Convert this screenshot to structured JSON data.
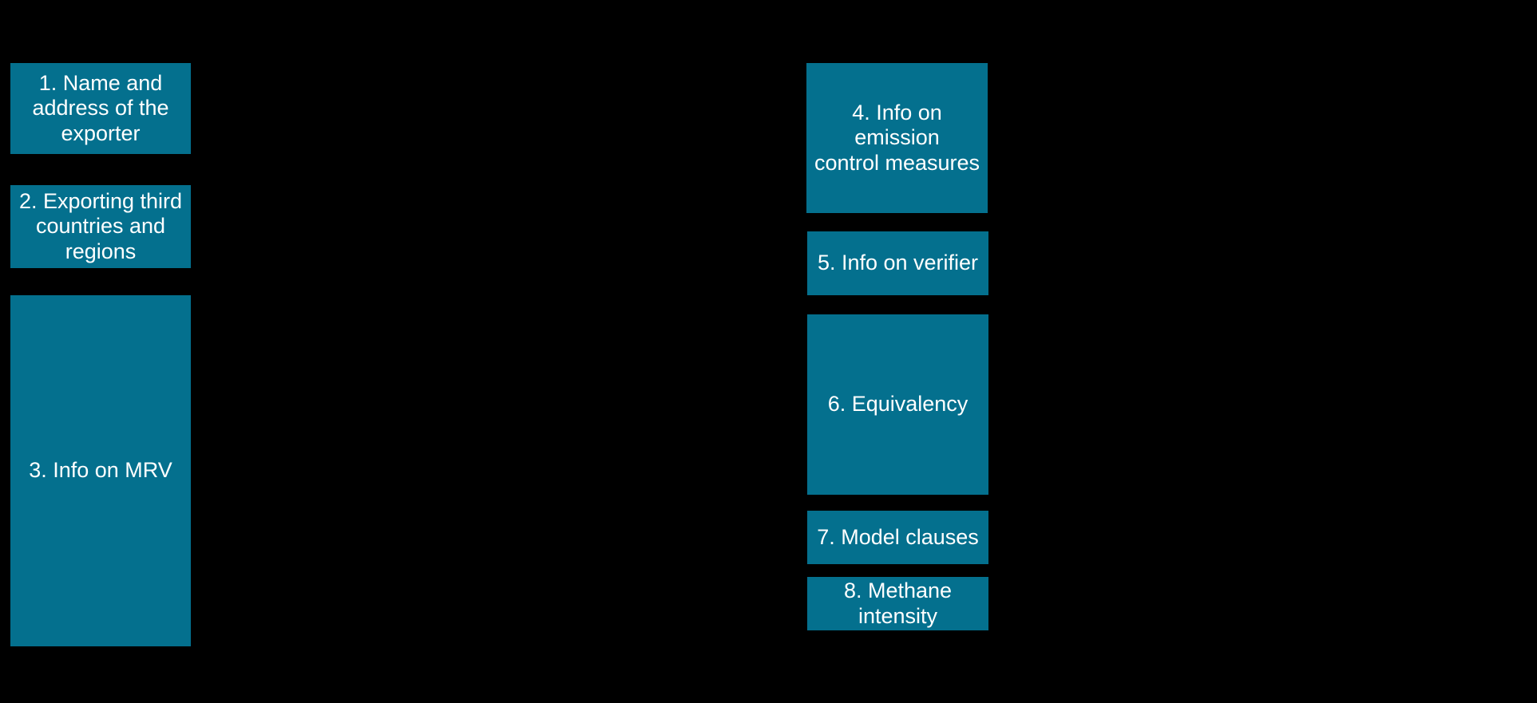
{
  "diagram": {
    "colors": {
      "background": "#000000",
      "box_fill": "#04708E",
      "box_text": "#FFFFFF"
    },
    "boxes": [
      {
        "id": "1",
        "label": "1. Name and\naddress of the\nexporter"
      },
      {
        "id": "2",
        "label": "2. Exporting third\ncountries and\nregions"
      },
      {
        "id": "3",
        "label": "3. Info on MRV"
      },
      {
        "id": "4",
        "label": "4. Info on emission\ncontrol measures"
      },
      {
        "id": "5",
        "label": "5. Info on verifier"
      },
      {
        "id": "6",
        "label": "6. Equivalency"
      },
      {
        "id": "7",
        "label": "7. Model clauses"
      },
      {
        "id": "8",
        "label": "8. Methane\nintensity"
      }
    ]
  }
}
